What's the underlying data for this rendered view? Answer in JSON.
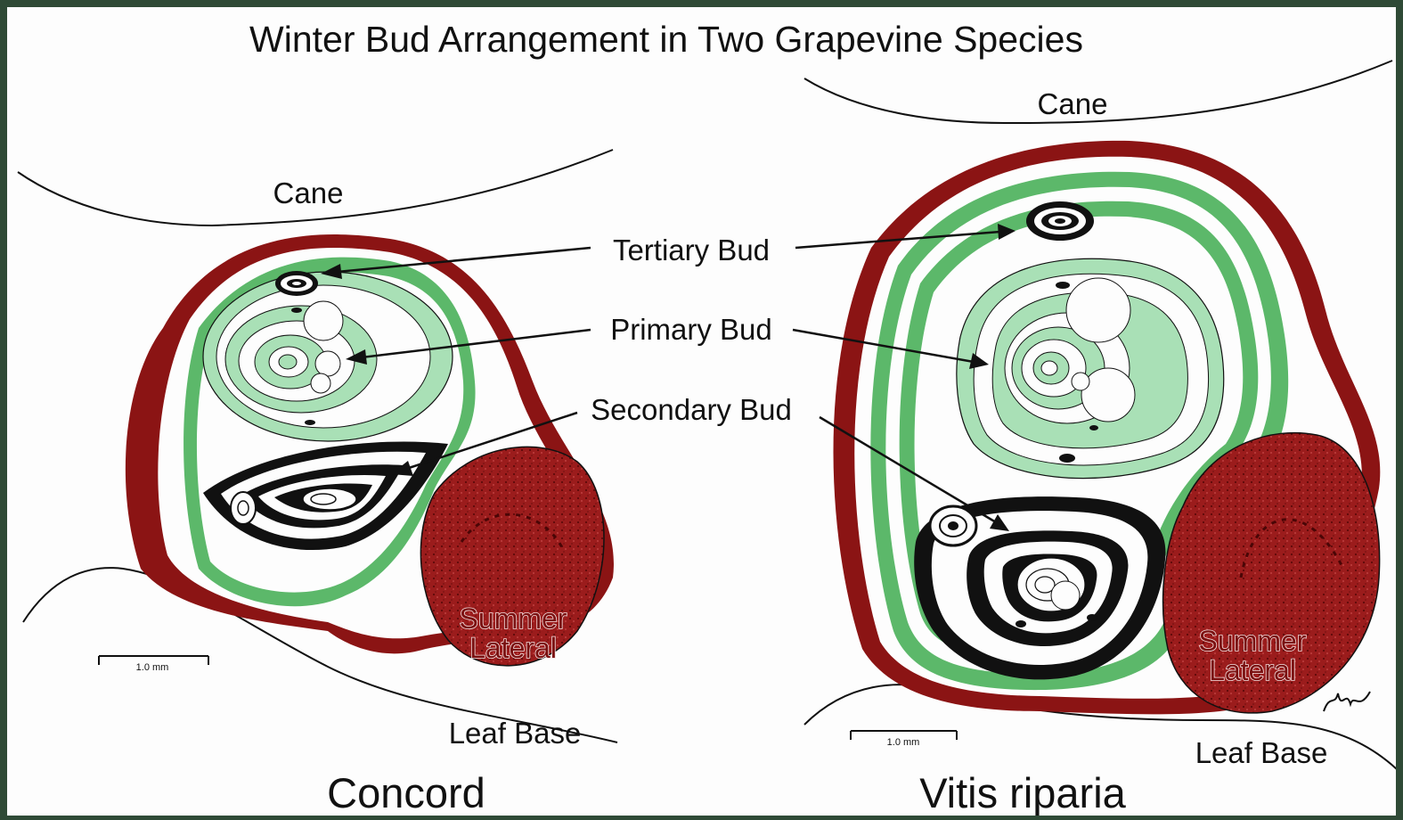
{
  "title": "Winter Bud Arrangement in Two Grapevine Species",
  "labels": {
    "tertiary": "Tertiary Bud",
    "primary": "Primary Bud",
    "secondary": "Secondary Bud"
  },
  "left_panel": {
    "species": "Concord",
    "cane": "Cane",
    "leaf_base": "Leaf Base",
    "summer_lateral_1": "Summer",
    "summer_lateral_2": "Lateral",
    "scale_bar": "1.0 mm"
  },
  "right_panel": {
    "species": "Vitis riparia",
    "cane": "Cane",
    "leaf_base": "Leaf Base",
    "summer_lateral_1": "Summer",
    "summer_lateral_2": "Lateral",
    "scale_bar": "1.0 mm"
  },
  "colors": {
    "outer_scale": "#8b1414",
    "green": "#5cb86a",
    "light_green": "#a9e0b6",
    "summer_lateral_fill": "#9b1c1c",
    "background": "#2f4a36"
  }
}
